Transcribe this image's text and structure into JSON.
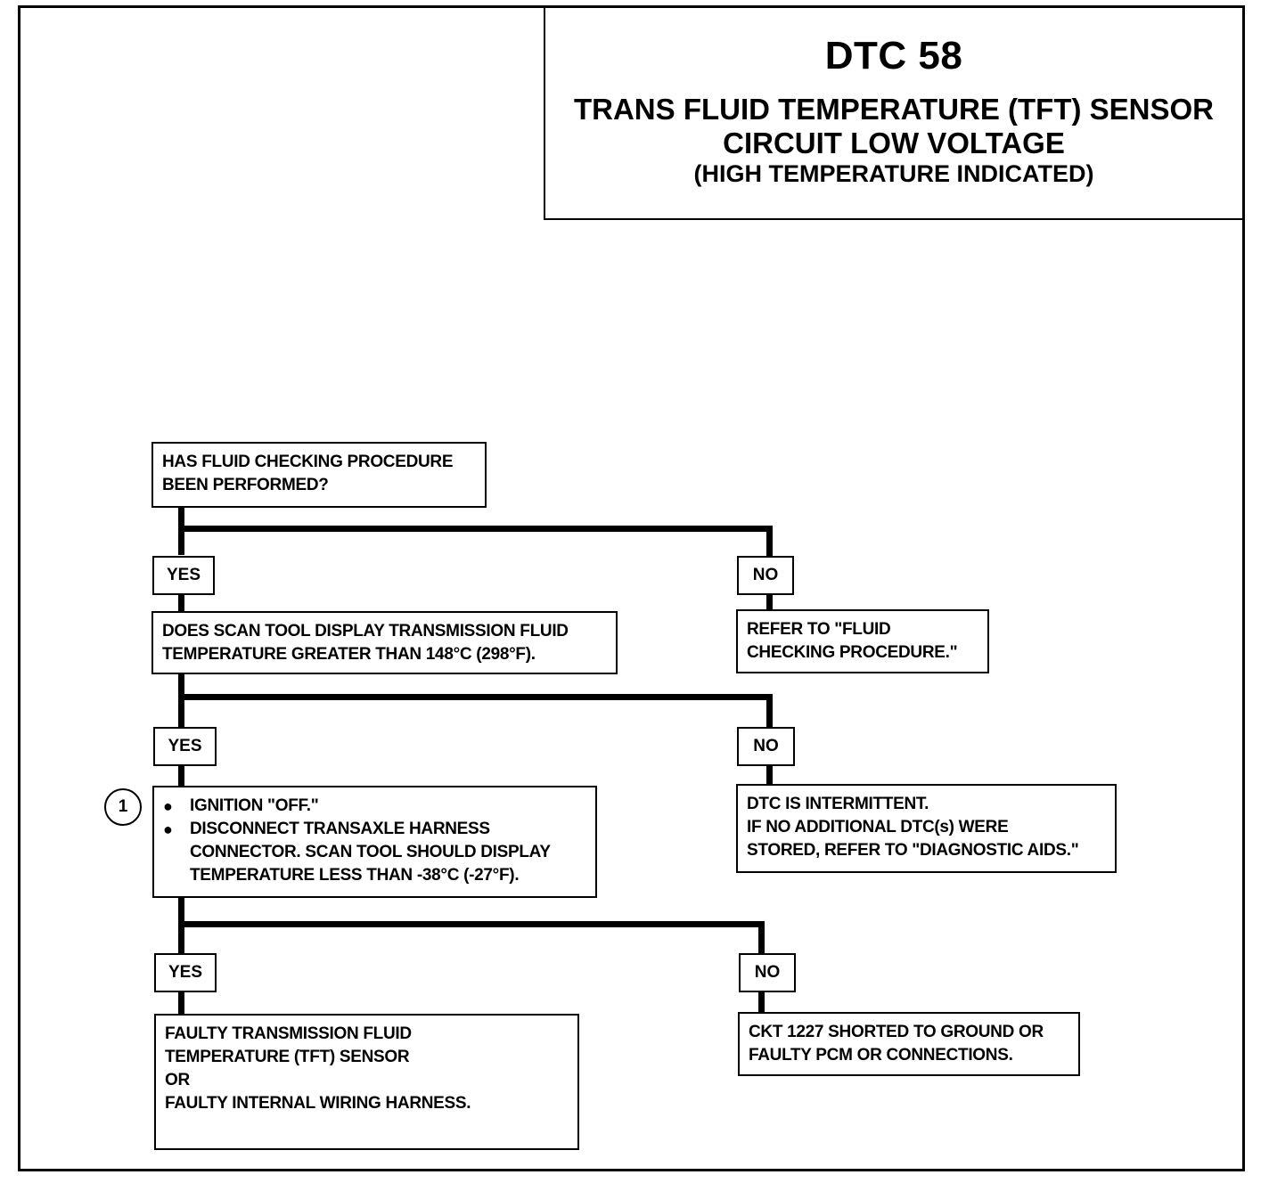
{
  "title": {
    "code": "DTC 58",
    "line1": "TRANS FLUID TEMPERATURE (TFT) SENSOR",
    "line2": "CIRCUIT LOW VOLTAGE",
    "line3": "(HIGH TEMPERATURE INDICATED)"
  },
  "flow": {
    "q1": {
      "lines": [
        "HAS FLUID CHECKING PROCEDURE",
        "BEEN PERFORMED?"
      ]
    },
    "q1_yes": "YES",
    "q1_no": "NO",
    "q1_no_result": {
      "lines": [
        "REFER TO \"FLUID",
        "CHECKING PROCEDURE.\""
      ]
    },
    "q2": {
      "lines": [
        "DOES SCAN TOOL DISPLAY TRANSMISSION FLUID",
        "TEMPERATURE GREATER THAN 148°C (298°F)."
      ]
    },
    "q2_yes": "YES",
    "q2_no": "NO",
    "q2_no_result": {
      "lines": [
        "DTC IS INTERMITTENT.",
        "IF NO ADDITIONAL DTC(s) WERE",
        "STORED, REFER TO \"DIAGNOSTIC AIDS.\""
      ]
    },
    "step_number": "1",
    "q3": {
      "bullet1": "IGNITION \"OFF.\"",
      "bullet2": "DISCONNECT TRANSAXLE HARNESS",
      "bullet2_cont1": "CONNECTOR.  SCAN TOOL SHOULD DISPLAY",
      "bullet2_cont2": "TEMPERATURE LESS THAN -38°C (-27°F)."
    },
    "q3_yes": "YES",
    "q3_no": "NO",
    "q3_yes_result": {
      "lines": [
        "FAULTY TRANSMISSION FLUID",
        "TEMPERATURE (TFT) SENSOR",
        "OR",
        "FAULTY INTERNAL WIRING HARNESS."
      ]
    },
    "q3_no_result": {
      "lines": [
        "CKT 1227 SHORTED TO GROUND OR",
        "FAULTY PCM OR CONNECTIONS."
      ]
    }
  },
  "icons": {
    "bullet": "bullet-dot"
  }
}
